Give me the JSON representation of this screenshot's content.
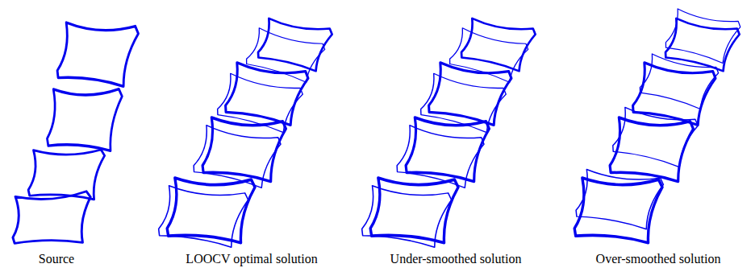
{
  "diagram": {
    "labels": [
      "Source",
      "LOOCV optimal solution",
      "Under-smoothed solution",
      "Over-smoothed solution"
    ]
  }
}
